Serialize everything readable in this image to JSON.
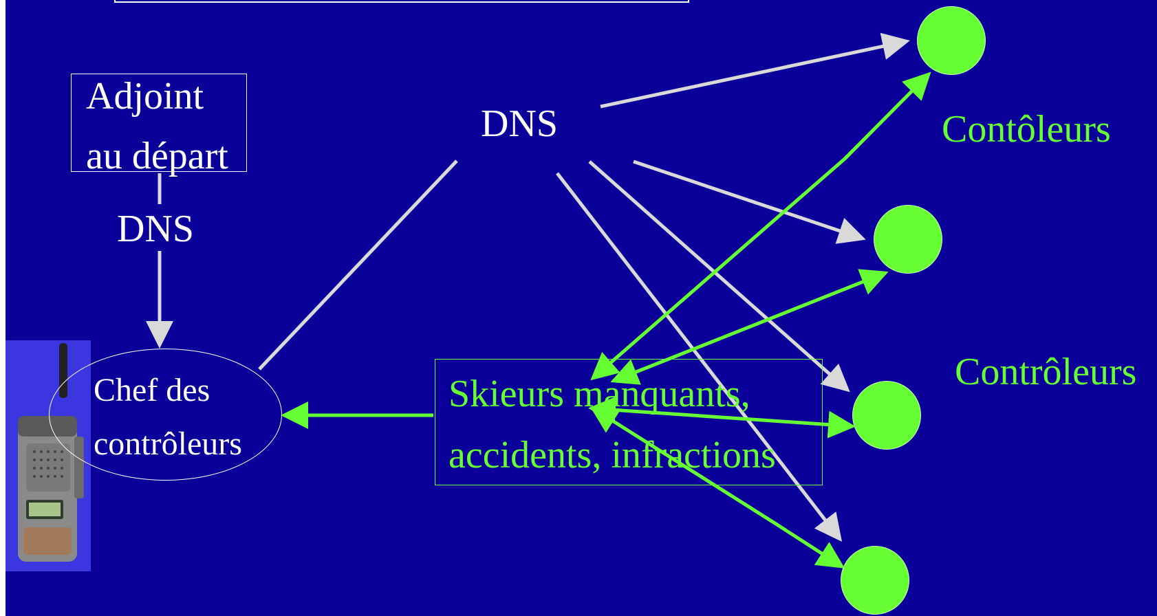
{
  "diagram": {
    "adjoint_line1": "Adjoint",
    "adjoint_line2": "au départ",
    "dns_left": "DNS",
    "dns_center": "DNS",
    "chef_line1": "Chef des",
    "chef_line2": "contrôleurs",
    "events_line1": "Skieurs manquants,",
    "events_line2": "accidents, infractions",
    "controllers_label_top": "Contôleurs",
    "controllers_label_bottom": "Contrôleurs"
  },
  "colors": {
    "background": "#0a0099",
    "white_link": "#d9d9d9",
    "green": "#66ff33"
  },
  "icons": {
    "radio": "walkie-talkie-icon"
  }
}
